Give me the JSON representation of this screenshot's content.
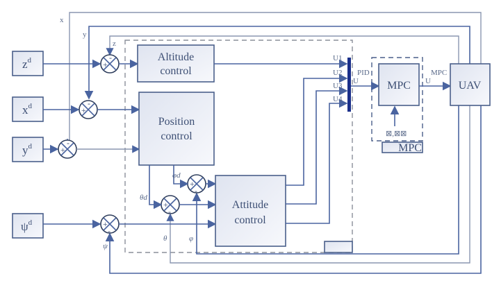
{
  "inputs": {
    "z": "z",
    "x": "x",
    "y": "y",
    "psi": "ψ",
    "sup": "d"
  },
  "blocks": {
    "altitude": [
      "Altitude",
      "control"
    ],
    "position": [
      "Position",
      "control"
    ],
    "attitude": [
      "Attitude",
      "control"
    ],
    "mpc": "MPC",
    "mpc_label": "MPC",
    "uav": "UAV",
    "mpc_input": "⊠,⊠⊠"
  },
  "signals": {
    "x": "x",
    "y": "y",
    "z": "z",
    "u1": "U1",
    "u2": "U2",
    "u3": "U3",
    "u4": "U4",
    "pid": "PID",
    "u_pid": "U",
    "mpc_out": "MPC",
    "u_mpc": "U",
    "phi_d": "φd",
    "theta_d": "θd",
    "theta": "θ",
    "phi": "φ",
    "psi": "ψ"
  },
  "signs": {
    "plus": "+",
    "minus": "-"
  },
  "colors": {
    "line": "#4a64a0",
    "box_border": "#4a5f8a",
    "mux": "#1a2f8a"
  }
}
